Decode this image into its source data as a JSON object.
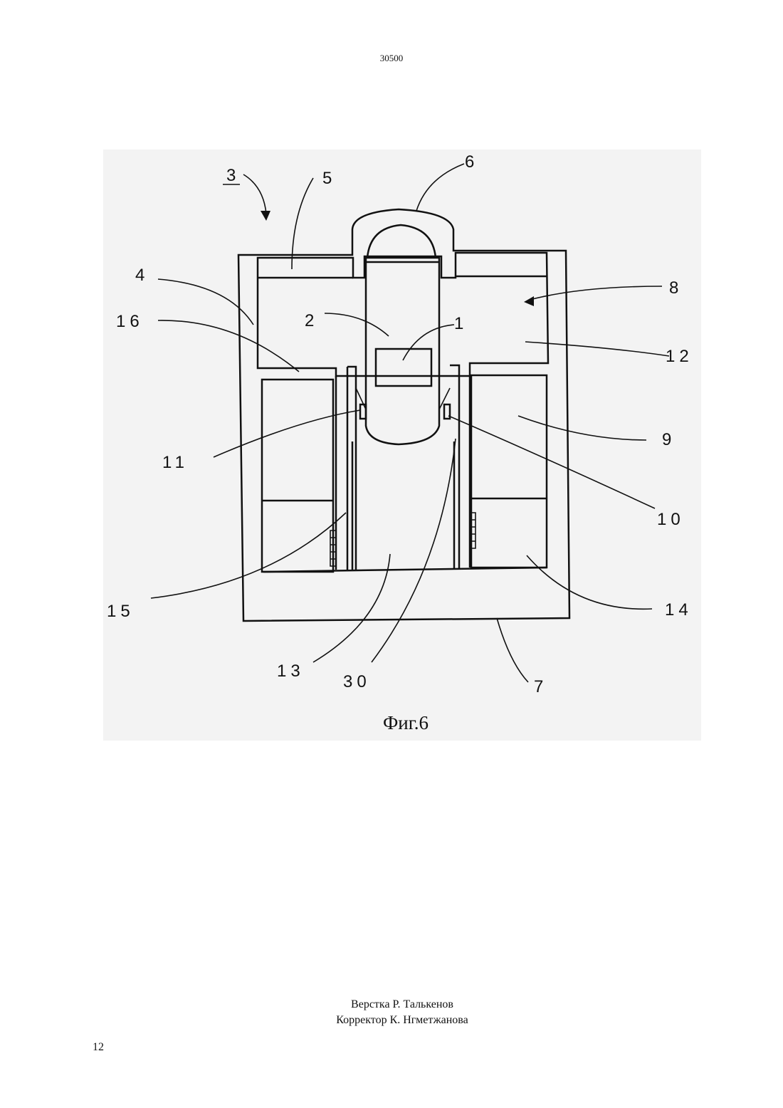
{
  "header": {
    "doc_number": "30500"
  },
  "figure": {
    "caption": "Фиг.6",
    "labels": {
      "l1": "1",
      "l2": "2",
      "l3": "3",
      "l4": "4",
      "l5": "5",
      "l6": "6",
      "l7": "7",
      "l8": "8",
      "l9": "9",
      "l10": "10",
      "l11": "11",
      "l12": "12",
      "l13": "13",
      "l14": "14",
      "l15": "15",
      "l16": "16",
      "l30": "30"
    }
  },
  "footer": {
    "layout_credit": "Верстка Р. Талькенов",
    "proof_credit": "Корректор К. Нгметжанова",
    "page_number": "12"
  }
}
